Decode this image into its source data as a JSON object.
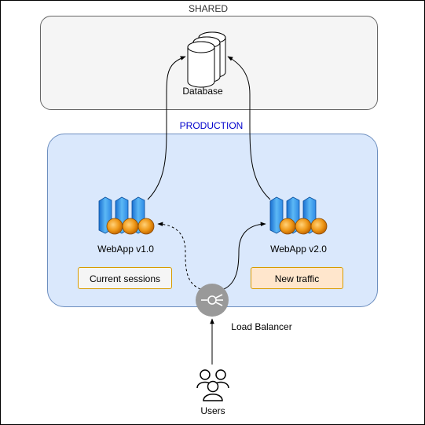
{
  "zones": {
    "shared_label": "SHARED",
    "production_label": "PRODUCTION"
  },
  "nodes": {
    "database_label": "Database",
    "webapp_v1_label": "WebApp v1.0",
    "webapp_v2_label": "WebApp v2.0",
    "load_balancer_label": "Load Balancer",
    "users_label": "Users"
  },
  "notes": {
    "v1_note": "Current sessions",
    "v2_note": "New traffic"
  },
  "colors": {
    "shared_fill": "#f5f5f5",
    "production_fill": "#dae8fc",
    "production_border": "#6c8ebf",
    "production_label_color": "#0000cc",
    "note_border": "#d79b00",
    "new_traffic_fill": "#ffe6cc",
    "load_balancer_fill": "#999999"
  },
  "icons": {
    "database": "database-cylinders-icon",
    "webapp": "server-rack-globe-icon",
    "load_balancer": "load-balancer-icon",
    "users": "users-group-icon"
  }
}
